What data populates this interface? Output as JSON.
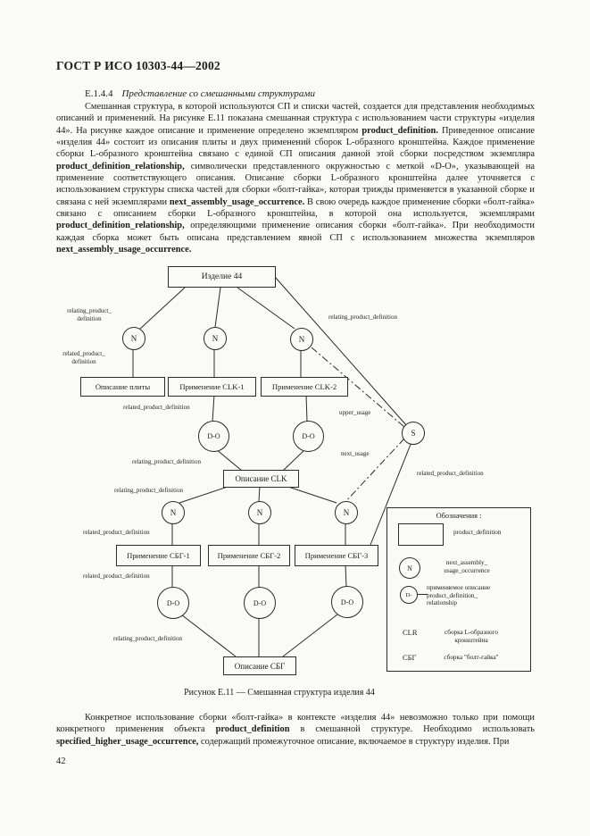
{
  "colors": {
    "ink": "#1b1b1b",
    "paper": "#fafaf9"
  },
  "page": {
    "header": "ГОСТ Р ИСО 10303-44—2002",
    "section": {
      "number": "Е.1.4.4",
      "title": "Представление со смешанными структурами"
    },
    "paragraph1": [
      {
        "t": "Смешанная структура, в которой используются СП и списки частей, создается для представления необходимых описаний и применений. На рисунке Е.11 показана смешанная структура с использованием части структуры «изделия 44». На рисунке каждое описание и применение определено экземпляром "
      },
      {
        "t": "product_definition.",
        "b": true
      },
      {
        "t": " Приведенное описание «изделия 44» состоит из описания плиты и двух применений сборок L-образного кронштейна. Каждое применение сборки L-образного кронштейна связано с единой СП описания данной этой сборки посредством экземпляра "
      },
      {
        "t": "product_definition_relationship,",
        "b": true
      },
      {
        "t": " символически представленного окружностью с меткой «D-O», указывающей на применение соответствующего описания. Описание сборки L-образного кронштейна далее уточняется с использованием структуры списка частей для сборки «болт-гайка», которая трижды применяется в указанной сборке и связана с ней экземплярами "
      },
      {
        "t": "next_assembly_usage_occurrence.",
        "b": true
      },
      {
        "t": " В свою очередь каждое применение сборки «болт-гайка» связано с описанием сборки L-образного кронштейна, в которой она используется, экземплярами "
      },
      {
        "t": "product_definition_relationship,",
        "b": true
      },
      {
        "t": " определяющими применение описания сборки «болт-гайка». При необходимости каждая сборка может быть описана представлением явной СП с использованием множества экземпляров "
      },
      {
        "t": "next_assembly_usage_occurrence.",
        "b": true
      }
    ],
    "paragraph2": [
      {
        "t": "Конкретное использование сборки «болт-гайка» в контексте «изделия 44» невозможно только при помощи конкретного применения объекта "
      },
      {
        "t": "product_definition",
        "b": true
      },
      {
        "t": " в смешанной структуре. Необходимо использовать "
      },
      {
        "t": "specified_higher_usage_occurrence,",
        "b": true
      },
      {
        "t": " содержащий промежуточное описание, включаемое в структуру изделия. При"
      }
    ],
    "figure_caption": "Рисунок Е.11 — Смешанная структура изделия 44",
    "page_number": "42"
  },
  "diagram": {
    "boxes": {
      "izdelie44": "Изделие 44",
      "plate": "Описание плиты",
      "clk1": "Применение CLK-1",
      "clk2": "Применение CLK-2",
      "clk": "Описание CLK",
      "sbg1": "Применение СБГ-1",
      "sbg2": "Применение СБГ-2",
      "sbg3": "Применение СБГ-3",
      "sbg": "Описание СБГ"
    },
    "symbols": {
      "n": "N",
      "do": "D-O",
      "s": "S",
      "legend_do": "D-"
    },
    "edge_labels": {
      "relating_top_left": "relating_product_\ndefinition",
      "relating_top_right": "relating_product_definition",
      "related_left": "related_product_\ndefinition",
      "related_mid": "related_product_definition",
      "upper_usage": "upper_usage",
      "next_usage": "next_usage",
      "relating_clk_upper": "relating_product_definition",
      "relating_clk_lower": "relating_product_definition",
      "related_s": "related_product_definition",
      "related_sbg_upper": "related_product_definition",
      "related_sbg_lower": "related_product_definition",
      "relating_bottom": "relating_product_definition"
    },
    "legend": {
      "title": "Обозначения :",
      "product_definition": "product_definition",
      "nauo": "next_assembly_\nusage_occurrence",
      "pdr": "применяемое описание\nproduct_definition_\nrelationship",
      "clr_abbr": "CLR",
      "clr_text": "сборка L-образного\nкронштейна",
      "sbg_abbr": "СБГ",
      "sbg_text": "сборка \"болт-гайка\""
    }
  }
}
